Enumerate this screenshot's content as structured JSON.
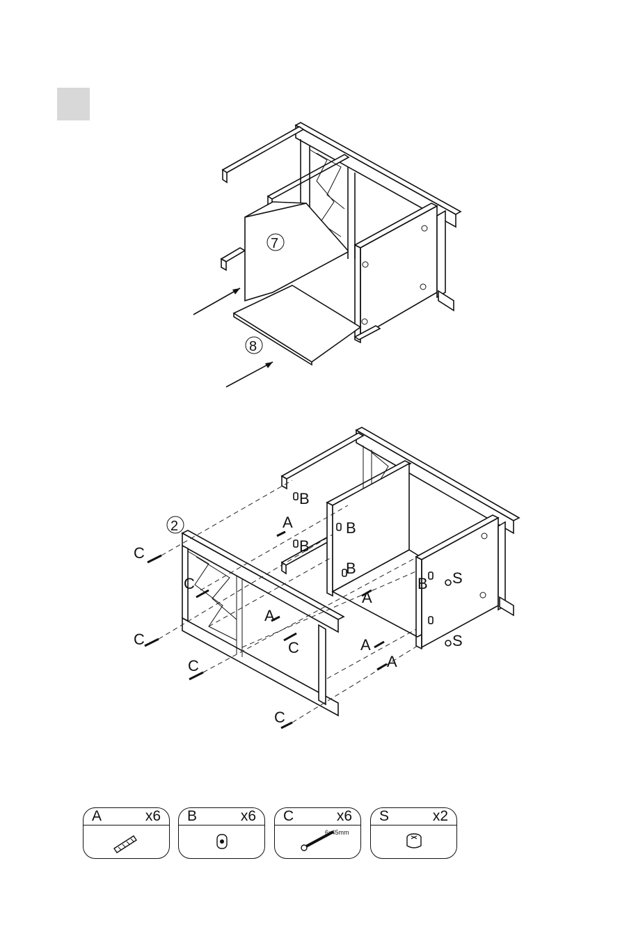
{
  "figure1": {
    "panel_labels": [
      "7",
      "8"
    ]
  },
  "figure2": {
    "panel_label": "2",
    "callouts": [
      "B",
      "A",
      "B",
      "B",
      "B",
      "S",
      "A",
      "C",
      "A",
      "C",
      "C",
      "A",
      "A",
      "S",
      "B",
      "C",
      "C",
      "C"
    ]
  },
  "hardware": [
    {
      "letter": "A",
      "qty": "x6",
      "icon": "dowel-icon"
    },
    {
      "letter": "B",
      "qty": "x6",
      "icon": "cam-barrel-icon"
    },
    {
      "letter": "C",
      "qty": "x6",
      "icon": "bolt-icon",
      "spec": "6x45mm"
    },
    {
      "letter": "S",
      "qty": "x2",
      "icon": "cam-lock-icon"
    }
  ]
}
